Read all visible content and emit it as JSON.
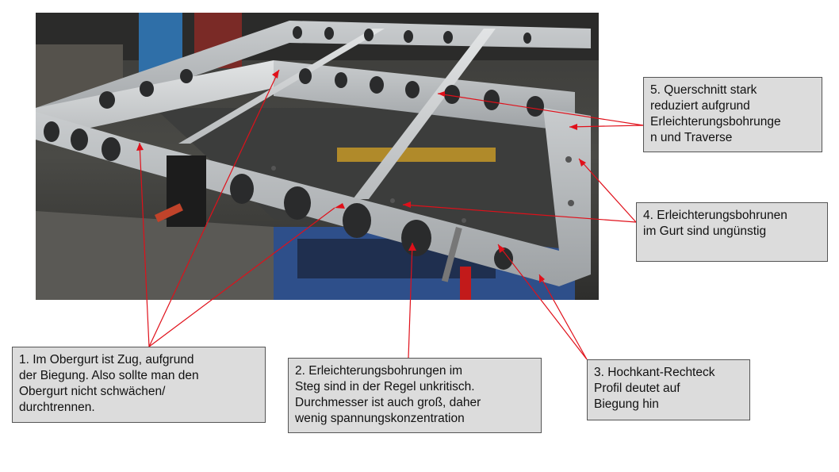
{
  "figure": {
    "photo_icon": "welded-aluminium-frame-photo"
  },
  "annotations": [
    {
      "id": "n1",
      "text": "1. Im Obergurt ist Zug, aufgrund\nder Biegung. Also sollte man den\nObergurt nicht schwächen/\ndurchtrennen."
    },
    {
      "id": "n2",
      "text": "2. Erleichterungsbohrungen im\nSteg sind in der Regel unkritisch.\nDurchmesser ist auch groß, daher\nwenig spannungskonzentration"
    },
    {
      "id": "n3",
      "text": "3. Hochkant-Rechteck\nProfil deutet auf\nBiegung hin"
    },
    {
      "id": "n4",
      "text": "4. Erleichterungsbohrunen\nim Gurt sind ungünstig"
    },
    {
      "id": "n5",
      "text": "5. Querschnitt stark\nreduziert aufgrund\nErleichterungsbohrunge\nn und Traverse"
    }
  ],
  "colors": {
    "leader_line": "#e0101a",
    "box_fill": "#dcdcdc",
    "box_border": "#555555"
  }
}
